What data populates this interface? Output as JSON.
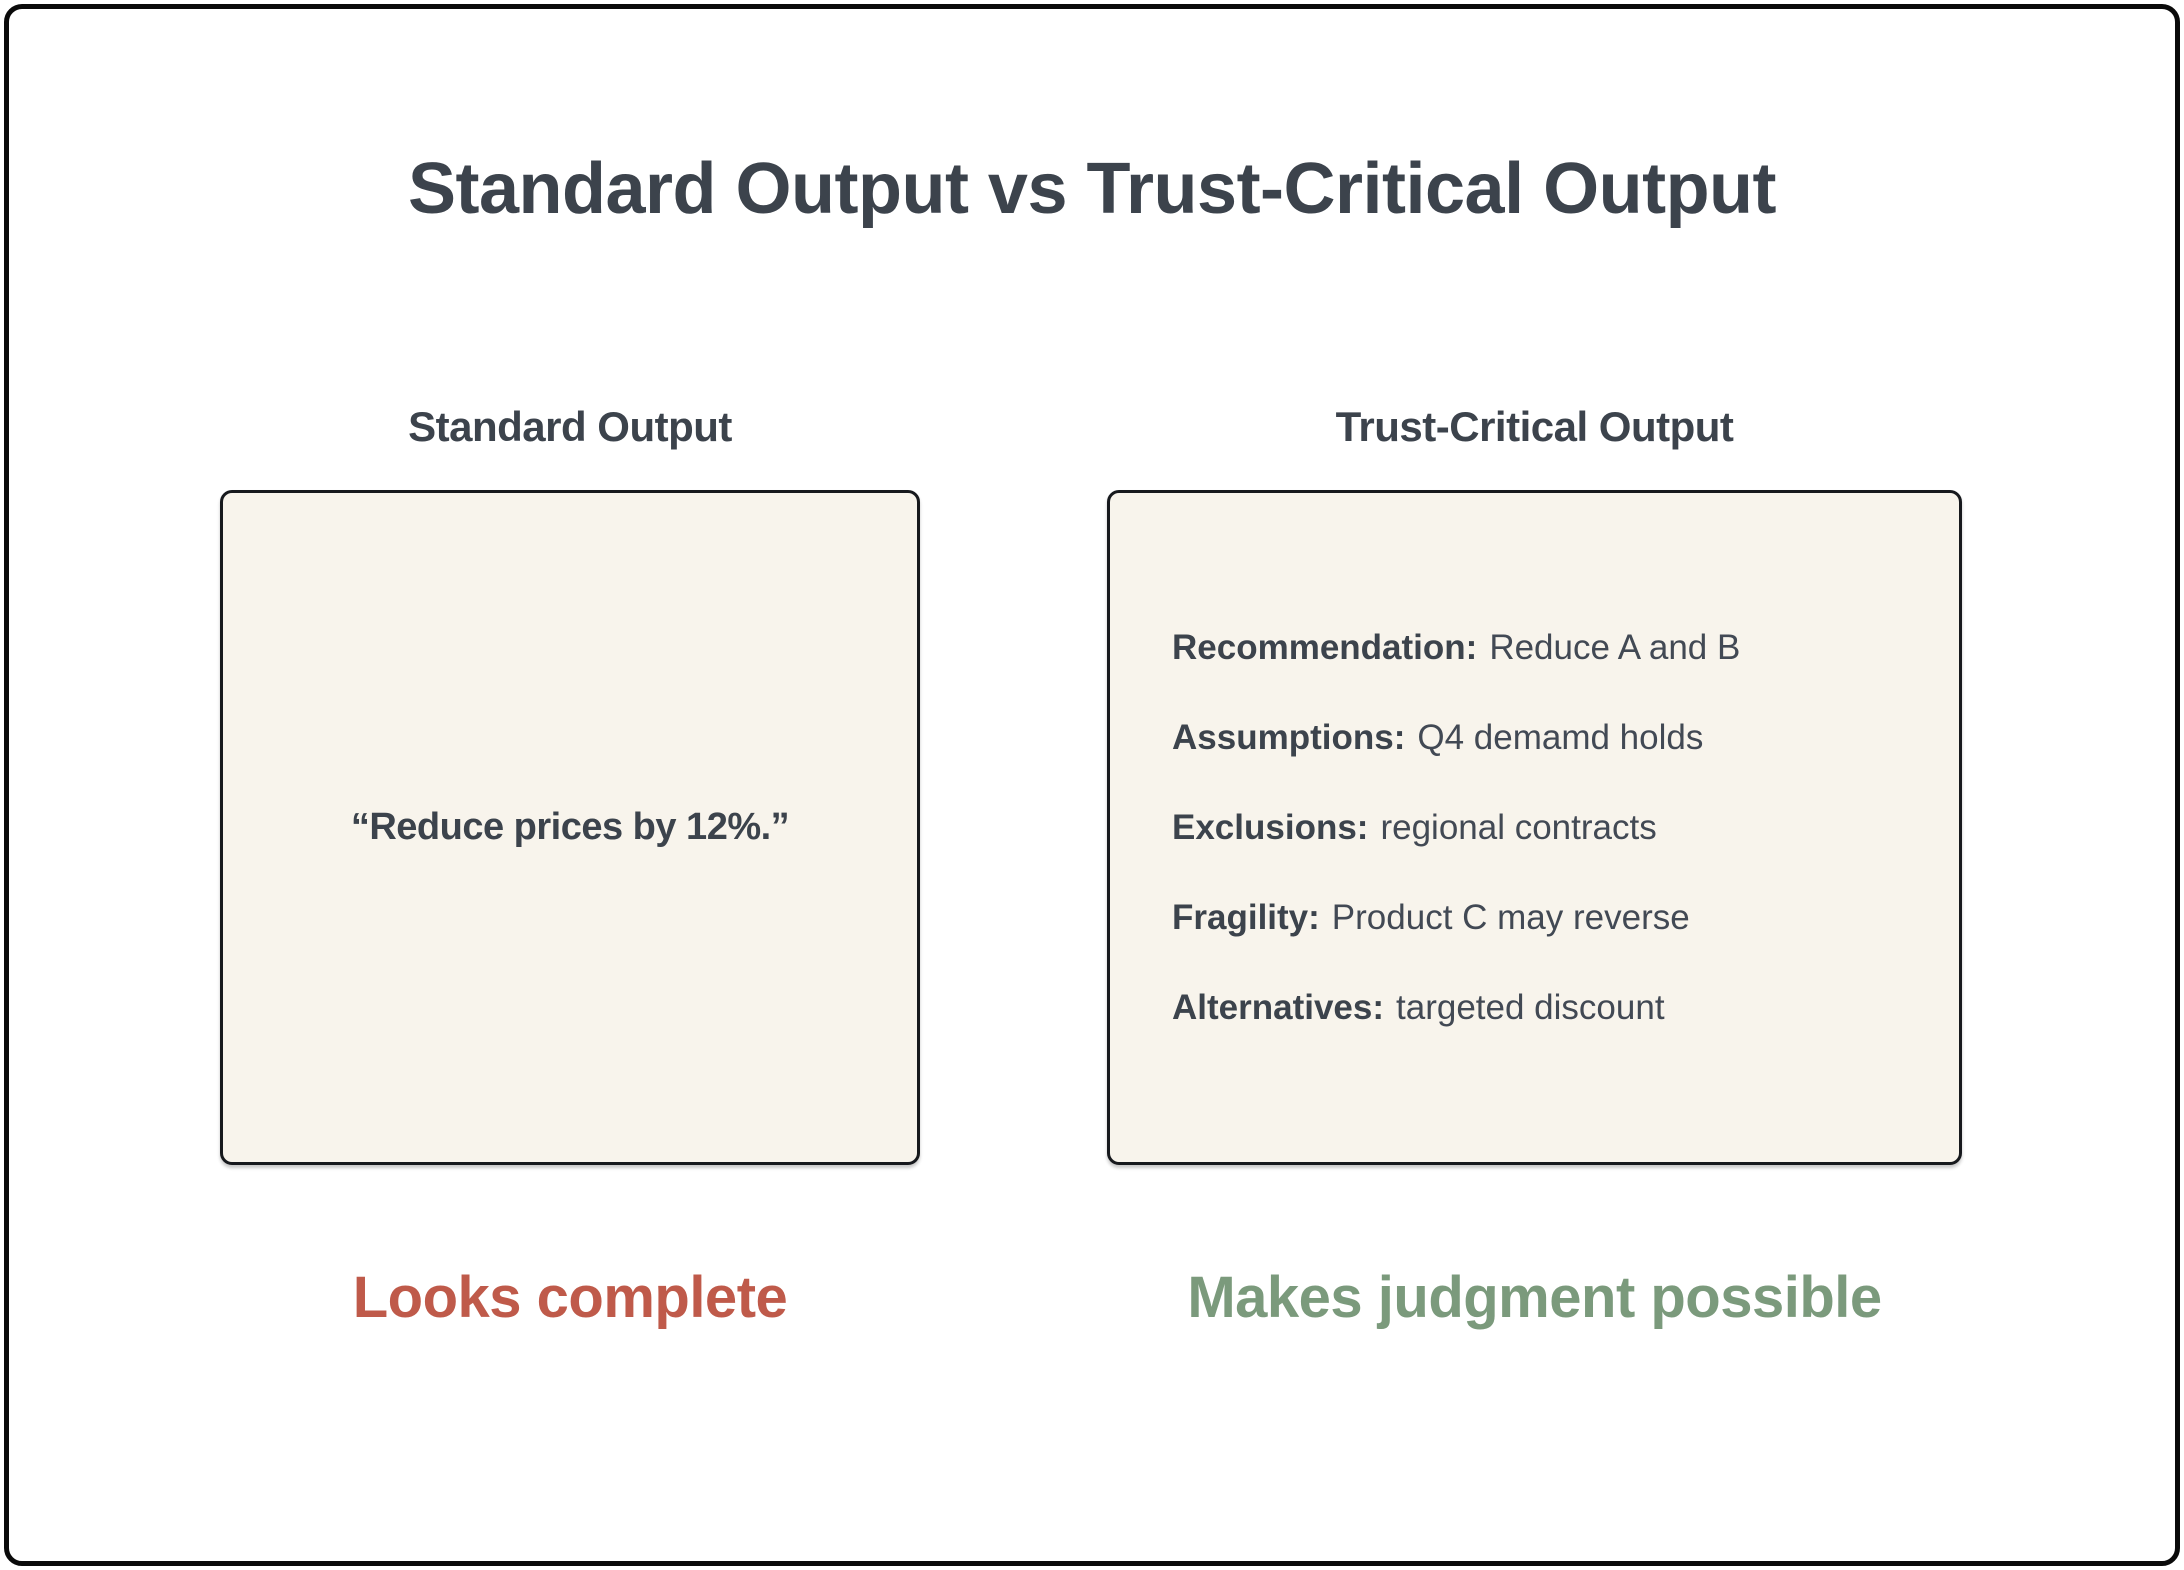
{
  "title": "Standard Output vs Trust-Critical Output",
  "colors": {
    "text_dark": "#3c434c",
    "caption_red": "#bf5a4a",
    "caption_green": "#7b9a7c",
    "card_background": "#f8f4ec",
    "card_border": "#17191d",
    "frame_border": "#0a0a0a"
  },
  "left_panel": {
    "header": "Standard Output",
    "quote": "“Reduce prices by 12%.”",
    "caption": "Looks complete"
  },
  "right_panel": {
    "header": "Trust-Critical Output",
    "items": [
      {
        "label": "Recommendation:",
        "value": "Reduce A and B"
      },
      {
        "label": "Assumptions:",
        "value": "Q4 demamd holds"
      },
      {
        "label": "Exclusions:",
        "value": "regional contracts"
      },
      {
        "label": "Fragility:",
        "value": "Product C may reverse"
      },
      {
        "label": "Alternatives:",
        "value": "targeted discount"
      }
    ],
    "caption": "Makes judgment possible"
  }
}
